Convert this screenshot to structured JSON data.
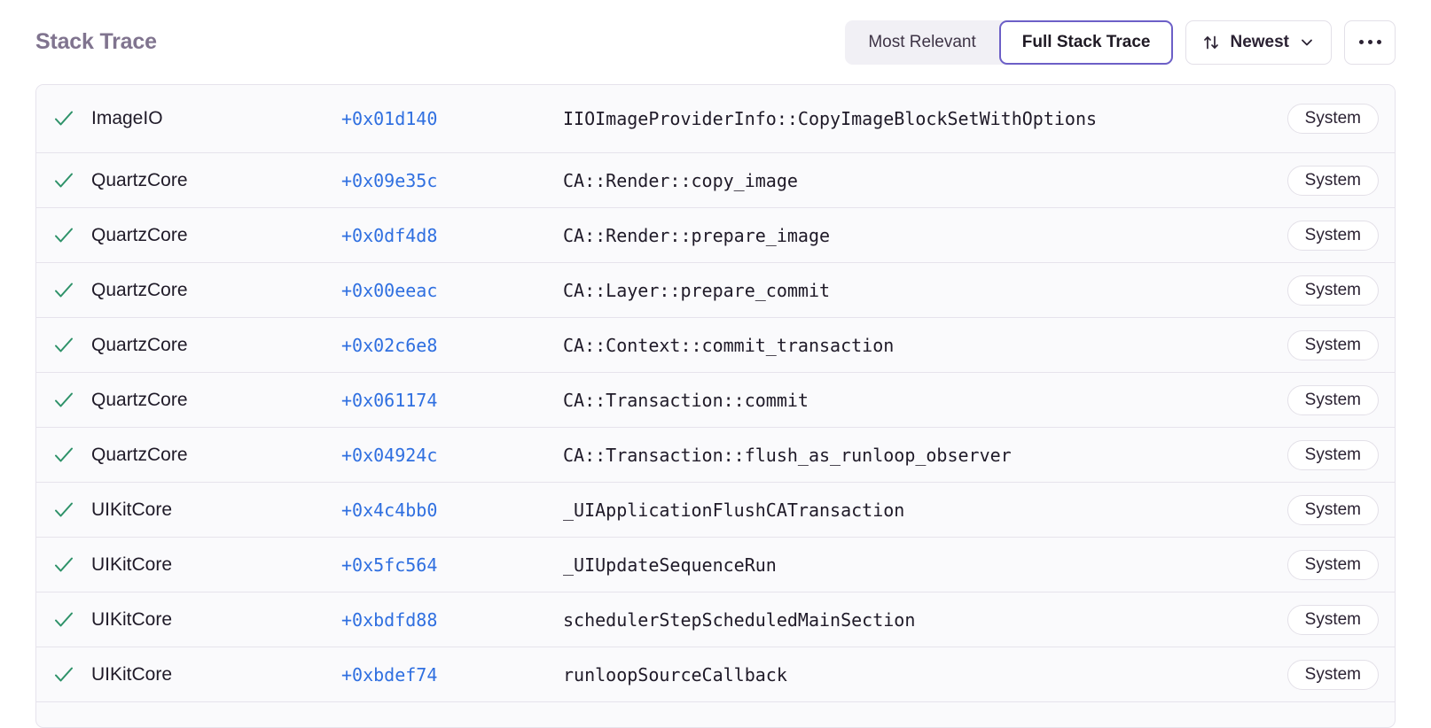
{
  "header": {
    "title": "Stack Trace",
    "segmented": {
      "options": [
        {
          "label": "Most Relevant",
          "selected": false
        },
        {
          "label": "Full Stack Trace",
          "selected": true
        }
      ]
    },
    "sort": {
      "icon": "sort-arrows-icon",
      "label": "Newest",
      "chevron": "chevron-down-icon"
    },
    "overflow": {
      "icon": "ellipsis-icon",
      "label": "..."
    }
  },
  "colors": {
    "accent_purple": "#6c5fc7",
    "link_blue": "#2f6fe0",
    "check_green": "#2e9269",
    "title_gray": "#80748f",
    "row_bg": "#fafafc",
    "border": "#e6e3ec"
  },
  "table": {
    "rows": [
      {
        "status": "check-icon",
        "module": "ImageIO",
        "offset": "+0x01d140",
        "function": "IIOImageProviderInfo::CopyImageBlockSetWithOptions",
        "tag": "System"
      },
      {
        "status": "check-icon",
        "module": "QuartzCore",
        "offset": "+0x09e35c",
        "function": "CA::Render::copy_image",
        "tag": "System"
      },
      {
        "status": "check-icon",
        "module": "QuartzCore",
        "offset": "+0x0df4d8",
        "function": "CA::Render::prepare_image",
        "tag": "System"
      },
      {
        "status": "check-icon",
        "module": "QuartzCore",
        "offset": "+0x00eeac",
        "function": "CA::Layer::prepare_commit",
        "tag": "System"
      },
      {
        "status": "check-icon",
        "module": "QuartzCore",
        "offset": "+0x02c6e8",
        "function": "CA::Context::commit_transaction",
        "tag": "System"
      },
      {
        "status": "check-icon",
        "module": "QuartzCore",
        "offset": "+0x061174",
        "function": "CA::Transaction::commit",
        "tag": "System"
      },
      {
        "status": "check-icon",
        "module": "QuartzCore",
        "offset": "+0x04924c",
        "function": "CA::Transaction::flush_as_runloop_observer",
        "tag": "System"
      },
      {
        "status": "check-icon",
        "module": "UIKitCore",
        "offset": "+0x4c4bb0",
        "function": "_UIApplicationFlushCATransaction",
        "tag": "System"
      },
      {
        "status": "check-icon",
        "module": "UIKitCore",
        "offset": "+0x5fc564",
        "function": "_UIUpdateSequenceRun",
        "tag": "System"
      },
      {
        "status": "check-icon",
        "module": "UIKitCore",
        "offset": "+0xbdfd88",
        "function": "schedulerStepScheduledMainSection",
        "tag": "System"
      },
      {
        "status": "check-icon",
        "module": "UIKitCore",
        "offset": "+0xbdef74",
        "function": "runloopSourceCallback",
        "tag": "System"
      }
    ]
  }
}
